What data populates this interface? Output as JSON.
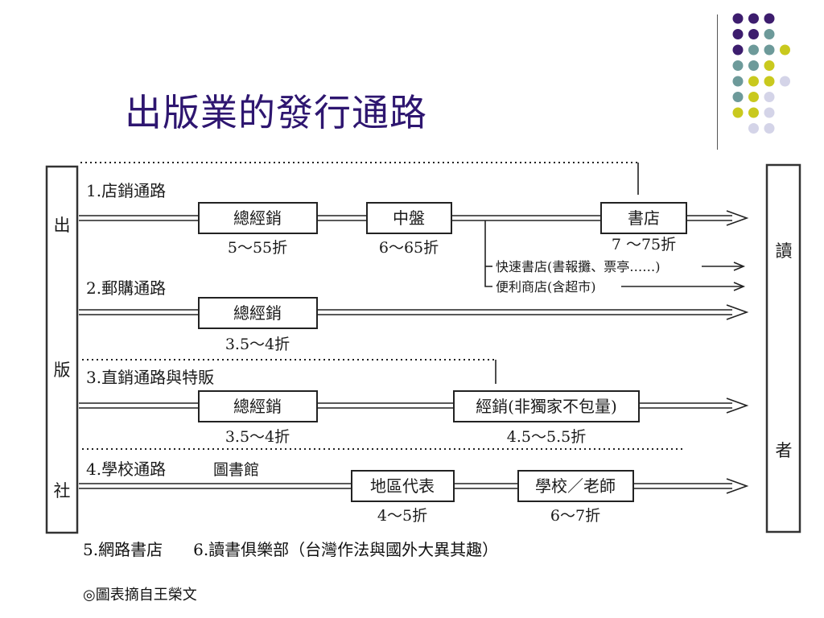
{
  "title": "出版業的發行通路",
  "colors": {
    "title": "#2e1670",
    "dot_purple": "#3d1d6e",
    "dot_teal": "#6d9a9a",
    "dot_yellow": "#c9c91e",
    "dot_lavender": "#d4d4e8"
  },
  "dot_rows": [
    [
      "purple",
      "purple",
      "purple",
      "none"
    ],
    [
      "purple",
      "purple",
      "teal",
      "none"
    ],
    [
      "purple",
      "teal",
      "teal",
      "yellow"
    ],
    [
      "teal",
      "teal",
      "yellow",
      "none"
    ],
    [
      "teal",
      "yellow",
      "yellow",
      "lavender"
    ],
    [
      "teal",
      "yellow",
      "lavender",
      "none"
    ],
    [
      "yellow",
      "yellow",
      "lavender",
      "none"
    ],
    [
      "none",
      "lavender",
      "lavender",
      "none"
    ]
  ],
  "publisher_chars": [
    "出",
    "版",
    "社"
  ],
  "reader_chars": [
    "讀",
    "者"
  ],
  "channels": {
    "ch1": {
      "label": "1.店銷通路",
      "boxes": {
        "b1": "總經銷",
        "b2": "中盤",
        "b3": "書店"
      },
      "discounts": {
        "d1": "5～55折",
        "d2": "6～65折",
        "d3": "7 ～75折"
      },
      "branches": {
        "r1": "快速書店(書報攤、票亭……)",
        "r2": "便利商店(含超市)"
      }
    },
    "ch2": {
      "label": "2.郵購通路",
      "boxes": {
        "b1": "總經銷"
      },
      "discounts": {
        "d1": "3.5～4折"
      }
    },
    "ch3": {
      "label": "3.直銷通路與特販",
      "boxes": {
        "b1": "總經銷",
        "b2": "經銷(非獨家不包量)"
      },
      "discounts": {
        "d1": "3.5～4折",
        "d2": "4.5～5.5折"
      }
    },
    "ch4": {
      "label": "4.學校通路",
      "extra": "圖書館",
      "boxes": {
        "b1": "地區代表",
        "b2": "學校／老師"
      },
      "discounts": {
        "d1": "4～5折",
        "d2": "6～7折"
      }
    }
  },
  "footnote": {
    "item5": "5.網路書店",
    "item6": "6.讀書俱樂部（台灣作法與國外大異其趣）"
  },
  "credit": "◎圖表摘自王榮文"
}
